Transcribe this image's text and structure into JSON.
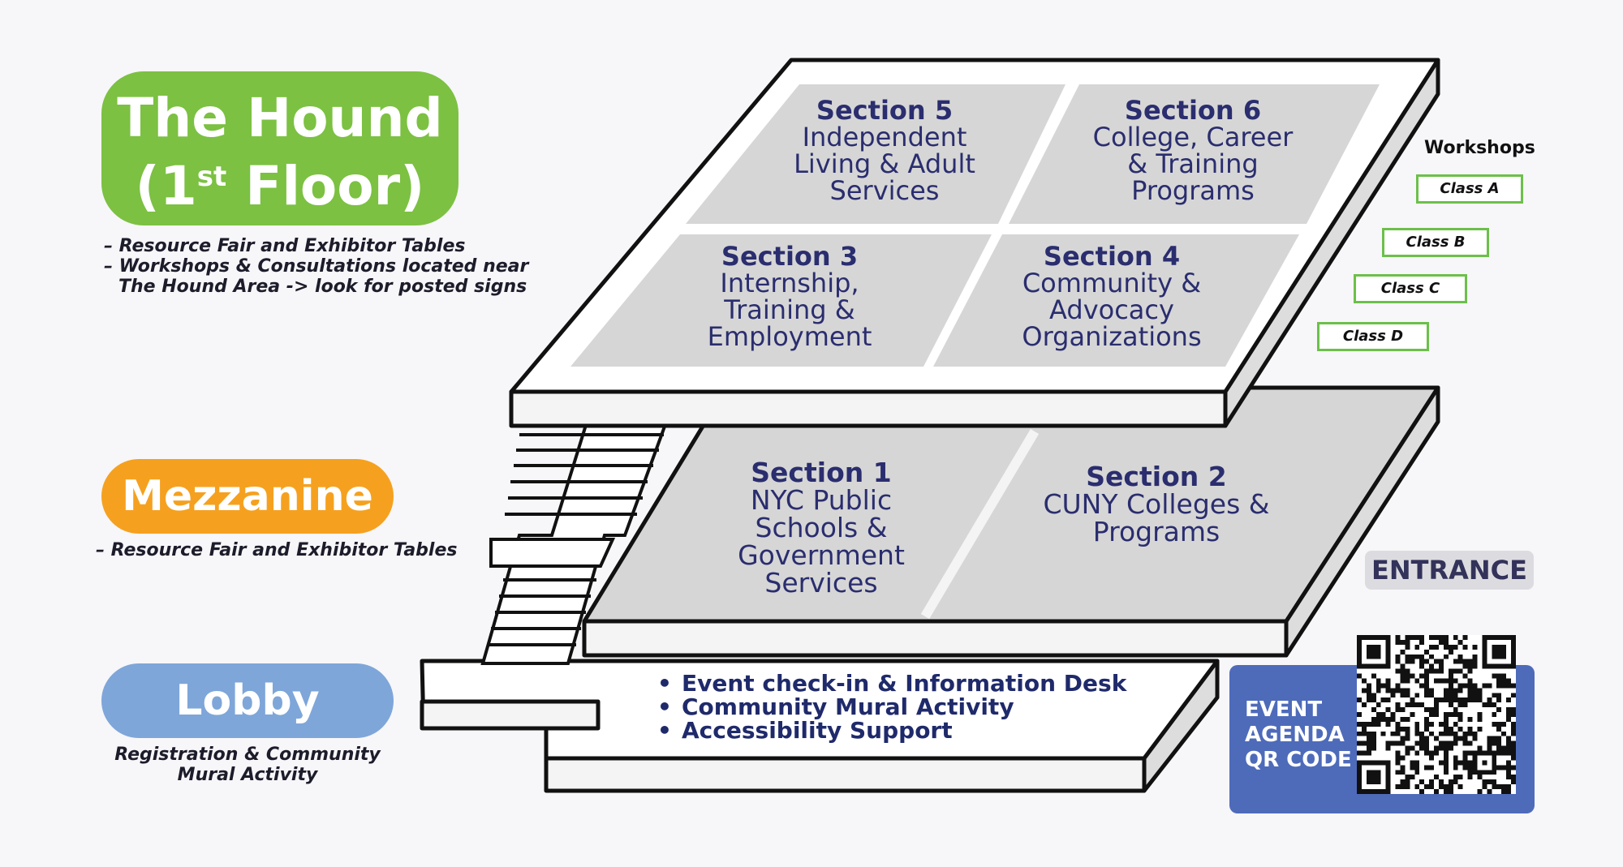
{
  "levels": {
    "hound": {
      "title_main": "The Hound",
      "title_open": "(1",
      "title_sup": "st",
      "title_close": " Floor)",
      "notes": [
        "– Resource Fair and Exhibitor Tables",
        "– Workshops & Consultations located near",
        "The Hound Area -> look for posted signs"
      ],
      "color": "#7cc142"
    },
    "mezzanine": {
      "title": "Mezzanine",
      "note": "– Resource Fair and Exhibitor Tables",
      "color": "#f5a11f"
    },
    "lobby": {
      "title": "Lobby",
      "note": "Registration & Community Mural Activity",
      "color": "#7ea6d9",
      "items": [
        "Event check-in & Information Desk",
        "Community Mural Activity",
        "Accessibility Support"
      ]
    }
  },
  "sections": [
    {
      "title": "Section 5",
      "lines": [
        "Independent",
        "Living & Adult",
        "Services"
      ]
    },
    {
      "title": "Section 6",
      "lines": [
        "College, Career",
        "& Training",
        "Programs"
      ]
    },
    {
      "title": "Section 3",
      "lines": [
        "Internship,",
        "Training &",
        "Employment"
      ]
    },
    {
      "title": "Section 4",
      "lines": [
        "Community &",
        "Advocacy",
        "Organizations"
      ]
    },
    {
      "title": "Section 1",
      "lines": [
        "NYC Public",
        "Schools &",
        "Government",
        "Services"
      ]
    },
    {
      "title": "Section 2",
      "lines": [
        "CUNY Colleges &",
        "Programs"
      ]
    }
  ],
  "workshops": {
    "label": "Workshops",
    "classes": [
      "Class A",
      "Class B",
      "Class C",
      "Class D"
    ]
  },
  "entrance": "ENTRANCE",
  "qr": {
    "lines": [
      "EVENT",
      "AGENDA",
      "QR CODE"
    ],
    "color": "#4e6bba"
  }
}
